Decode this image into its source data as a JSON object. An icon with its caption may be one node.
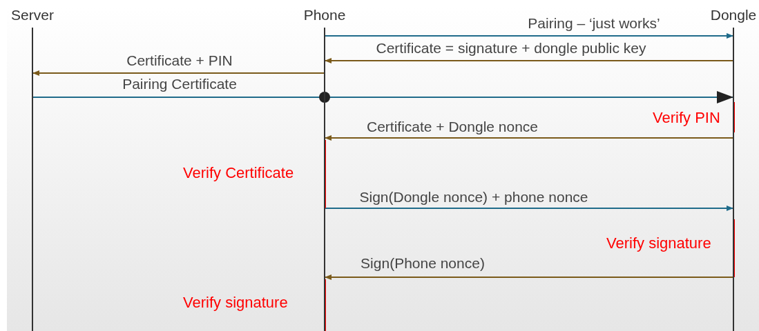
{
  "diagram": {
    "nodes": [
      {
        "text": [
          "Server"
        ]
      },
      {
        "text": [
          "Phone"
        ]
      },
      {
        "text": [
          "Dongle"
        ]
      }
    ],
    "edges": [
      {
        "from": 1,
        "to": 2,
        "arrow": "to",
        "label": "Pairing – ‘just works’",
        "color": "#1f6b8a"
      },
      {
        "from": 2,
        "to": 1,
        "arrow": "to",
        "label": "Certificate = signature + dongle public key"
      },
      {
        "from": 1,
        "to": 0,
        "arrow": "to",
        "label": "Certificate + PIN"
      },
      {
        "from": 0,
        "to": 2,
        "arrow": "to",
        "label": "Pairing Certificate",
        "color": "#1f6b8a"
      },
      {
        "from": 2,
        "to": 1,
        "arrow": "to",
        "label": "Certificate + Dongle nonce"
      },
      {
        "from": 1,
        "to": 2,
        "arrow": "to",
        "label": "Sign(Dongle nonce) + phone nonce",
        "color": "#1f6b8a"
      },
      {
        "from": 2,
        "to": 1,
        "arrow": "to",
        "label": "Sign(Phone nonce)"
      }
    ],
    "labels": [
      "Verify PIN",
      "Verify Certificate",
      "Verify signature",
      "Verify signature"
    ]
  }
}
